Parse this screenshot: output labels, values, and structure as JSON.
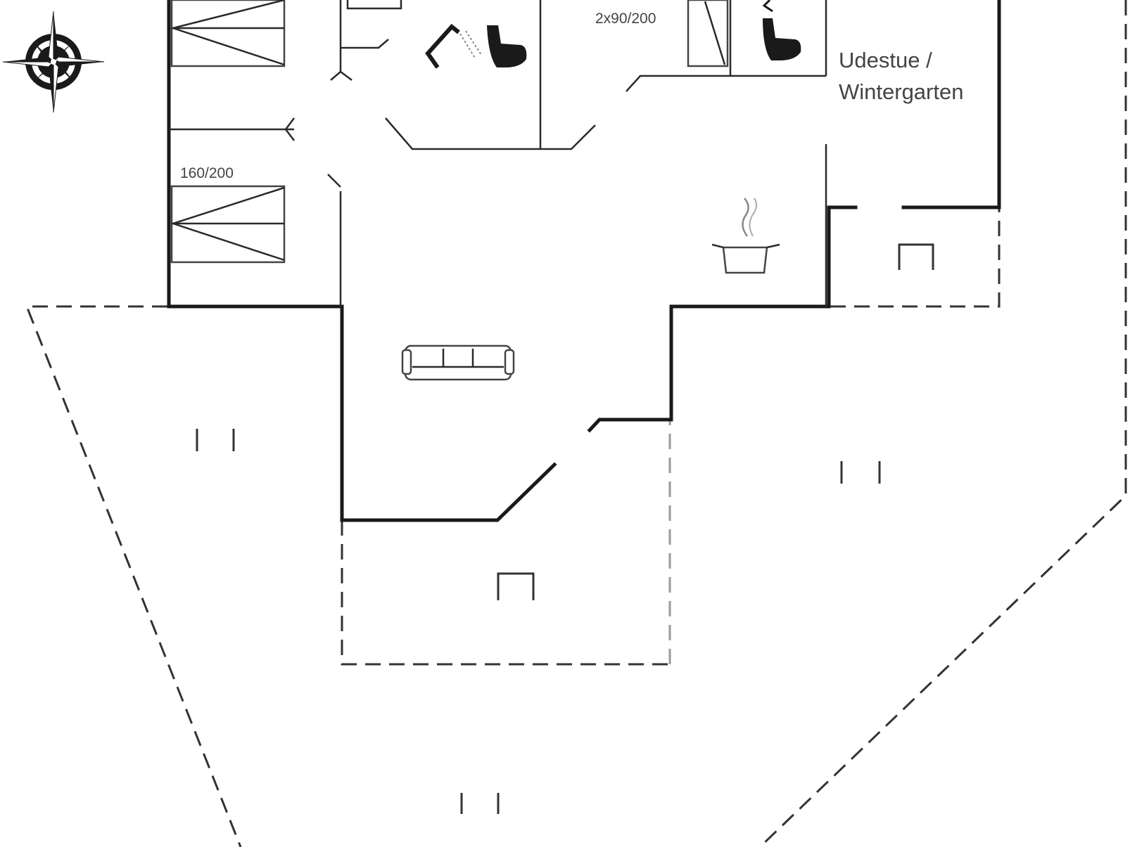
{
  "labels": {
    "bed_double": "2x90/200",
    "bed_single": "160/200",
    "conservatory_line1": "Udestue /",
    "conservatory_line2": "Wintergarten"
  },
  "icons": {
    "compass": "compass-rose-icon",
    "toilet": "toilet-icon",
    "shower": "shower-icon",
    "cooking_pot": "cooking-pot-icon",
    "sofa": "sofa-icon",
    "chair": "garden-chair-icon"
  },
  "colors": {
    "walls": "#1a1a1a",
    "dashed_outline": "#333333",
    "background": "#ffffff"
  }
}
